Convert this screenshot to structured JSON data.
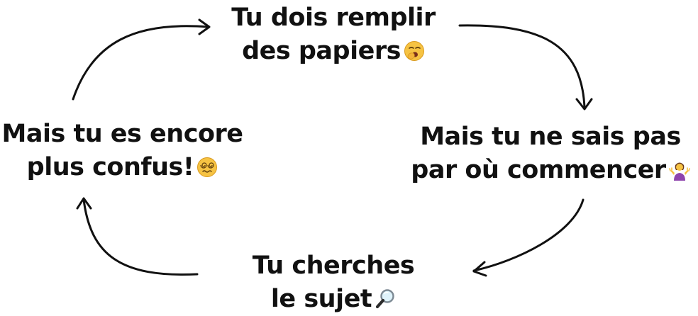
{
  "cycle": {
    "top": {
      "line1": "Tu dois remplir",
      "line2": "des papiers",
      "emoji": "yawning-face-icon"
    },
    "right": {
      "line1": "Mais tu ne sais pas",
      "line2": "par où commencer",
      "emoji": "person-shrugging-icon"
    },
    "bottom": {
      "line1": "Tu cherches",
      "line2": "le sujet",
      "emoji": "magnifying-glass-icon"
    },
    "left": {
      "line1": "Mais tu es encore",
      "line2": "plus confus!",
      "emoji": "dizzy-face-icon"
    }
  },
  "colors": {
    "text": "#111111",
    "arrow": "#111111",
    "emoji_yellow": "#F6C343",
    "emoji_purple": "#8E44AD"
  }
}
